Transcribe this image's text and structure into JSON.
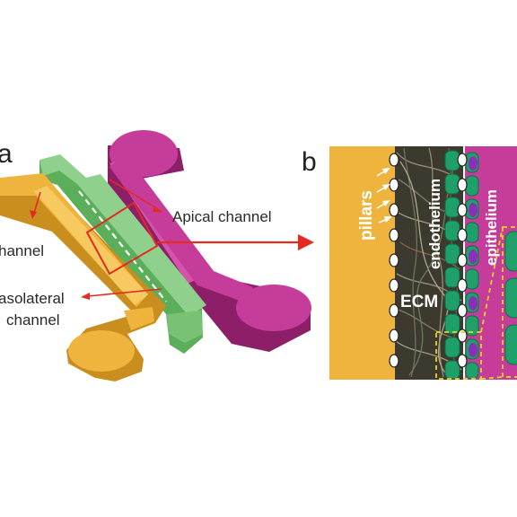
{
  "panels": {
    "a": {
      "letter": "a",
      "labels": {
        "apical": "Apical channel",
        "left_channel": "hannel",
        "basolateral_line1": "asolateral",
        "basolateral_line2": "channel"
      }
    },
    "b": {
      "letter": "b",
      "labels": {
        "pillars": "pillars",
        "ecm": "ECM",
        "endothelium": "endothelium",
        "epithelium": "epithelium"
      }
    }
  },
  "colors": {
    "orange_channel": "#EEB43E",
    "green_channel": "#8FD08C",
    "magenta_channel": "#C63C9B",
    "arrow_red": "#E32B22",
    "zoom_yellow": "#F0D21E",
    "cell_green": "#1FA06A",
    "cell_purple": "#8A2FB8"
  }
}
